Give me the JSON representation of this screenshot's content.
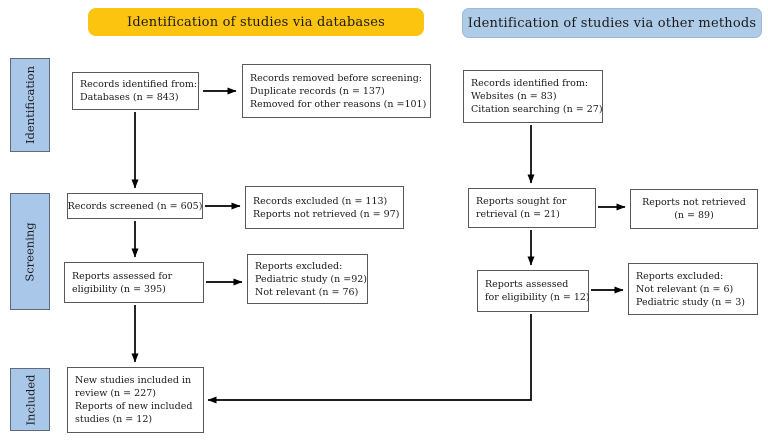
{
  "figure": {
    "type": "prisma-flow-diagram"
  },
  "colors": {
    "banner_databases_bg": "#FCC30F",
    "banner_other_bg": "#AECBE8",
    "stage_bg": "#A9C7E8",
    "box_border": "#595959",
    "arrow_color": "#000000",
    "text_color": "#1A1A1A"
  },
  "banners": {
    "databases": {
      "label": "Identification of studies via databases"
    },
    "other_methods": {
      "label": "Identification of studies via other methods"
    }
  },
  "stages": [
    {
      "label": "Identification"
    },
    {
      "label": "Screening"
    },
    {
      "label": "Included"
    }
  ],
  "boxes": {
    "records_identified_db": {
      "lines": [
        "Records identified from:",
        "Databases (n = 843)"
      ]
    },
    "records_removed": {
      "lines": [
        "Records removed before screening:",
        "Duplicate records (n = 137)",
        "Removed for other reasons (n =101)"
      ]
    },
    "records_screened": {
      "lines": [
        "Records screened (n = 605)"
      ]
    },
    "records_excluded": {
      "lines": [
        "Records excluded (n = 113)",
        "Reports not retrieved (n = 97)"
      ]
    },
    "reports_assessed_db": {
      "lines": [
        "Reports assessed for",
        "eligibility (n = 395)"
      ]
    },
    "reports_excluded_db": {
      "lines": [
        "Reports excluded:",
        "Pediatric study (n =92)",
        "Not relevant (n = 76)"
      ]
    },
    "new_studies": {
      "lines": [
        "New studies included in",
        "review (n = 227)",
        "Reports of new included",
        "studies (n = 12)"
      ]
    },
    "records_identified_other": {
      "lines": [
        "Records identified from:",
        "Websites (n = 83)",
        "Citation searching (n = 27)"
      ]
    },
    "reports_sought": {
      "lines": [
        "Reports sought for",
        "retrieval (n = 21)"
      ]
    },
    "reports_not_retrieved": {
      "lines": [
        "Reports not retrieved",
        "(n = 89)"
      ]
    },
    "reports_assessed_other": {
      "lines": [
        "Reports assessed",
        "for eligibility (n = 12)"
      ]
    },
    "reports_excluded_other": {
      "lines": [
        "Reports excluded:",
        "Not relevant (n = 6)",
        "Pediatric study (n = 3)"
      ]
    }
  }
}
